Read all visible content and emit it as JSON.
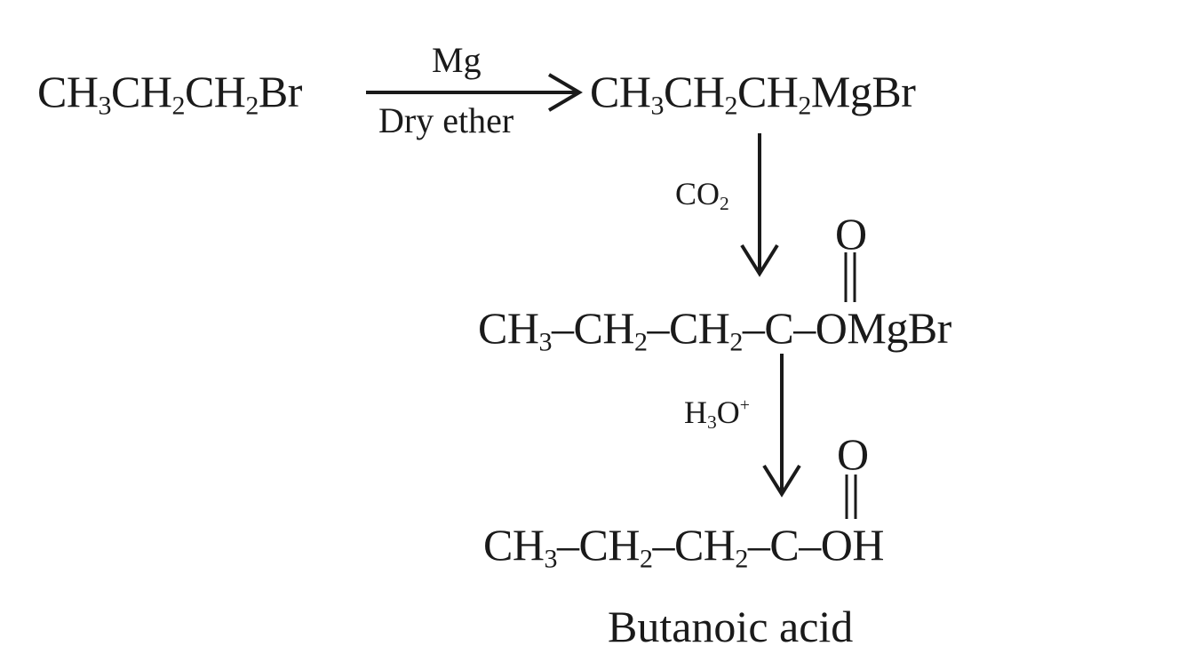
{
  "step1": {
    "reactant": {
      "a": "CH",
      "a_sub": "3",
      "b": "CH",
      "b_sub": "2",
      "c": "CH",
      "c_sub": "2",
      "d": "Br"
    },
    "reagent_above": "Mg",
    "reagent_below": "Dry ether",
    "product": {
      "a": "CH",
      "a_sub": "3",
      "b": "CH",
      "b_sub": "2",
      "c": "CH",
      "c_sub": "2",
      "d": "MgBr"
    }
  },
  "step2": {
    "reagent": {
      "main": "CO",
      "sub": "2"
    },
    "product": {
      "a": "CH",
      "a_sub": "3",
      "b": "–CH",
      "b_sub": "2",
      "c": "–CH",
      "c_sub": "2",
      "d": "–C–OMgBr",
      "oxygen": "O"
    }
  },
  "step3": {
    "reagent": {
      "main": "H",
      "sub": "3",
      "rest": "O",
      "sup": "+"
    },
    "product": {
      "a": "CH",
      "a_sub": "3",
      "b": "–CH",
      "b_sub": "2",
      "c": "–CH",
      "c_sub": "2",
      "d": "–C–OH",
      "oxygen": "O"
    },
    "name": "Butanoic acid"
  }
}
